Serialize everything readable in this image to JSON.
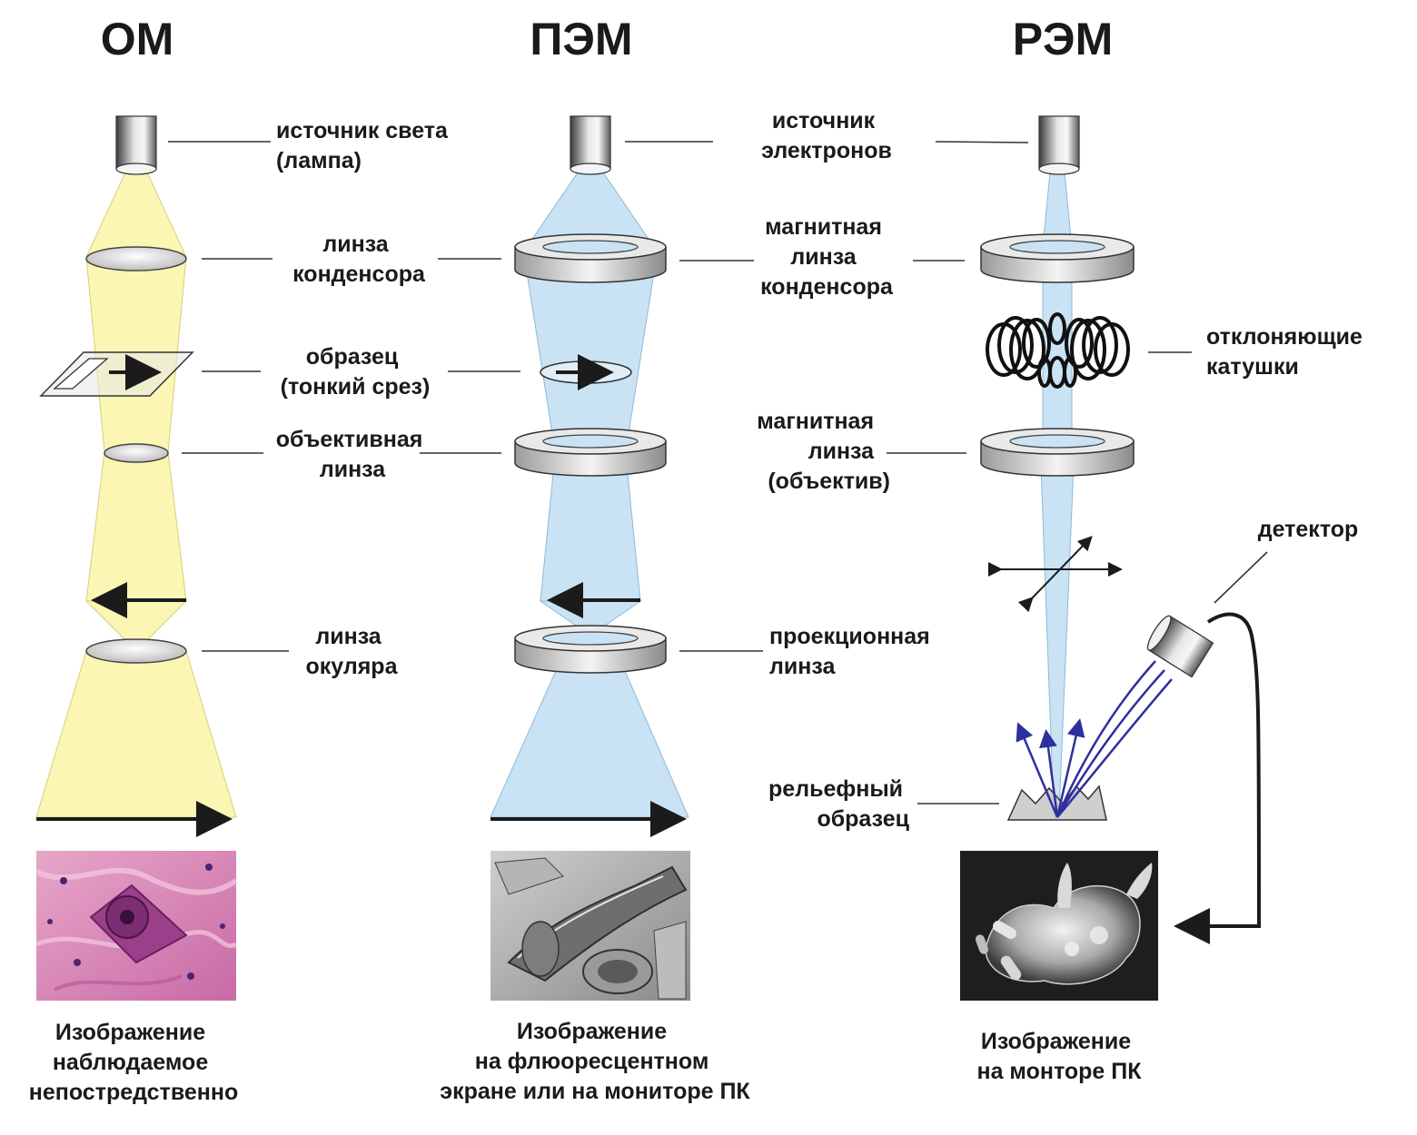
{
  "colors": {
    "light_beam": "#fbf6b4",
    "light_beam_edge": "#d8cf78",
    "electron_beam": "#c9e3f5",
    "electron_beam_edge": "#8db9d6",
    "arrow": "#1b1b1b",
    "scatter_arrows": "#2e2fa0",
    "text": "#1a1a1a"
  },
  "columns": {
    "om": {
      "title": "ОМ",
      "source": [
        "источник света",
        "(лампа)"
      ],
      "condenser": [
        "линза",
        "конденсора"
      ],
      "specimen": [
        "образец",
        "(тонкий срез)"
      ],
      "objective": [
        "объективная",
        "линза"
      ],
      "eyepiece": [
        "линза",
        "окуляра"
      ],
      "caption": [
        "Изображение",
        "наблюдаемое",
        "непостредственно"
      ]
    },
    "tem": {
      "title": "ПЭМ",
      "source": [
        "источник",
        "электронов"
      ],
      "condenser": [
        "магнитная",
        "линза",
        "конденсора"
      ],
      "projection": [
        "проекционная",
        "линза"
      ],
      "caption": [
        "Изображение",
        "на флюоресцентном",
        "экране или на мониторе ПК"
      ]
    },
    "sem": {
      "title": "РЭМ",
      "deflection": [
        "отклоняющие",
        "катушки"
      ],
      "objective": [
        "магнитная",
        "линза",
        "(объектив)"
      ],
      "detector": "детектор",
      "specimen": [
        "рельефный",
        "образец"
      ],
      "caption": [
        "Изображение",
        "на монторе ПК"
      ]
    }
  }
}
